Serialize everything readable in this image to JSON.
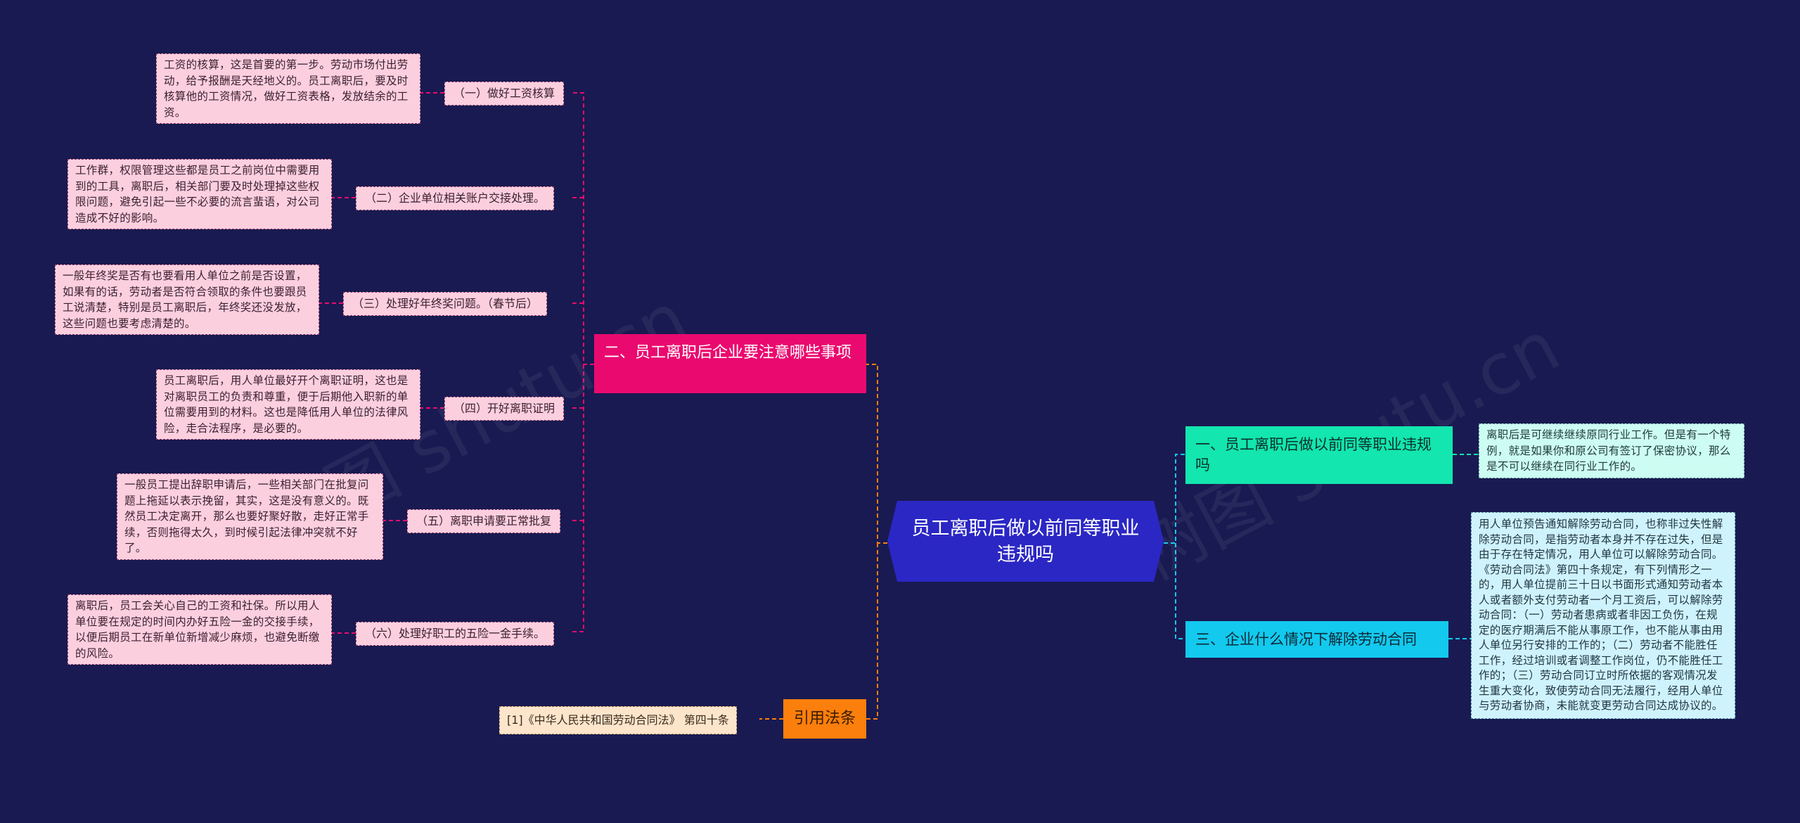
{
  "watermark": "树图 shutu.cn",
  "root": {
    "title": "员工离职后做以前同等职业违规吗",
    "color": "#2b27c4"
  },
  "left_branch": {
    "title": "二、员工离职后企业要注意哪些事项",
    "color": "#ea0a6f",
    "items": [
      {
        "label": "（一）做好工资核算",
        "detail": "工资的核算，这是首要的第一步。劳动市场付出劳动，给予报酬是天经地义的。员工离职后，要及时核算他的工资情况，做好工资表格，发放结余的工资。"
      },
      {
        "label": "（二）企业单位相关账户交接处理。",
        "detail": "工作群，权限管理这些都是员工之前岗位中需要用到的工具，离职后，相关部门要及时处理掉这些权限问题，避免引起一些不必要的流言蜚语，对公司造成不好的影响。"
      },
      {
        "label": "（三）处理好年终奖问题。（春节后）",
        "detail": "一般年终奖是否有也要看用人单位之前是否设置，如果有的话，劳动者是否符合领取的条件也要跟员工说清楚，特别是员工离职后，年终奖还没发放，这些问题也要考虑清楚的。"
      },
      {
        "label": "（四）开好离职证明",
        "detail": "员工离职后，用人单位最好开个离职证明，这也是对离职员工的负责和尊重，便于后期他入职新的单位需要用到的材料。这也是降低用人单位的法律风险，走合法程序，是必要的。"
      },
      {
        "label": "（五）离职申请要正常批复",
        "detail": "一般员工提出辞职申请后，一些相关部门在批复问题上拖延以表示挽留，其实，这是没有意义的。既然员工决定离开，那么也要好聚好散，走好正常手续，否则拖得太久，到时候引起法律冲突就不好了。"
      },
      {
        "label": "（六）处理好职工的五险一金手续。",
        "detail": "离职后，员工会关心自己的工资和社保。所以用人单位要在规定的时间内办好五险一金的交接手续，以便后期员工在新单位新增减少麻烦，也避免断缴的风险。"
      }
    ]
  },
  "reference_branch": {
    "title": "引用法条",
    "color": "#fb7f0c",
    "items": [
      "[1]《中华人民共和国劳动合同法》 第四十条"
    ]
  },
  "right_branches": [
    {
      "title": "一、员工离职后做以前同等职业违规吗",
      "color": "#13e6ae",
      "detail": "离职后是可继续继续原同行业工作。但是有一个特例，就是如果你和原公司有签订了保密协议，那么是不可以继续在同行业工作的。"
    },
    {
      "title": "三、企业什么情况下解除劳动合同",
      "color": "#13c9ee",
      "detail": "用人单位预告通知解除劳动合同，也称非过失性解除劳动合同，是指劳动者本身并不存在过失，但是由于存在特定情况，用人单位可以解除劳动合同。《劳动合同法》第四十条规定，有下列情形之一的，用人单位提前三十日以书面形式通知劳动者本人或者额外支付劳动者一个月工资后，可以解除劳动合同：（一）劳动者患病或者非因工负伤，在规定的医疗期满后不能从事原工作，也不能从事由用人单位另行安排的工作的；（二）劳动者不能胜任工作，经过培训或者调整工作岗位，仍不能胜任工作的；（三）劳动合同订立时所依据的客观情况发生重大变化，致使劳动合同无法履行，经用人单位与劳动者协商，未能就变更劳动合同达成协议的。"
    }
  ]
}
